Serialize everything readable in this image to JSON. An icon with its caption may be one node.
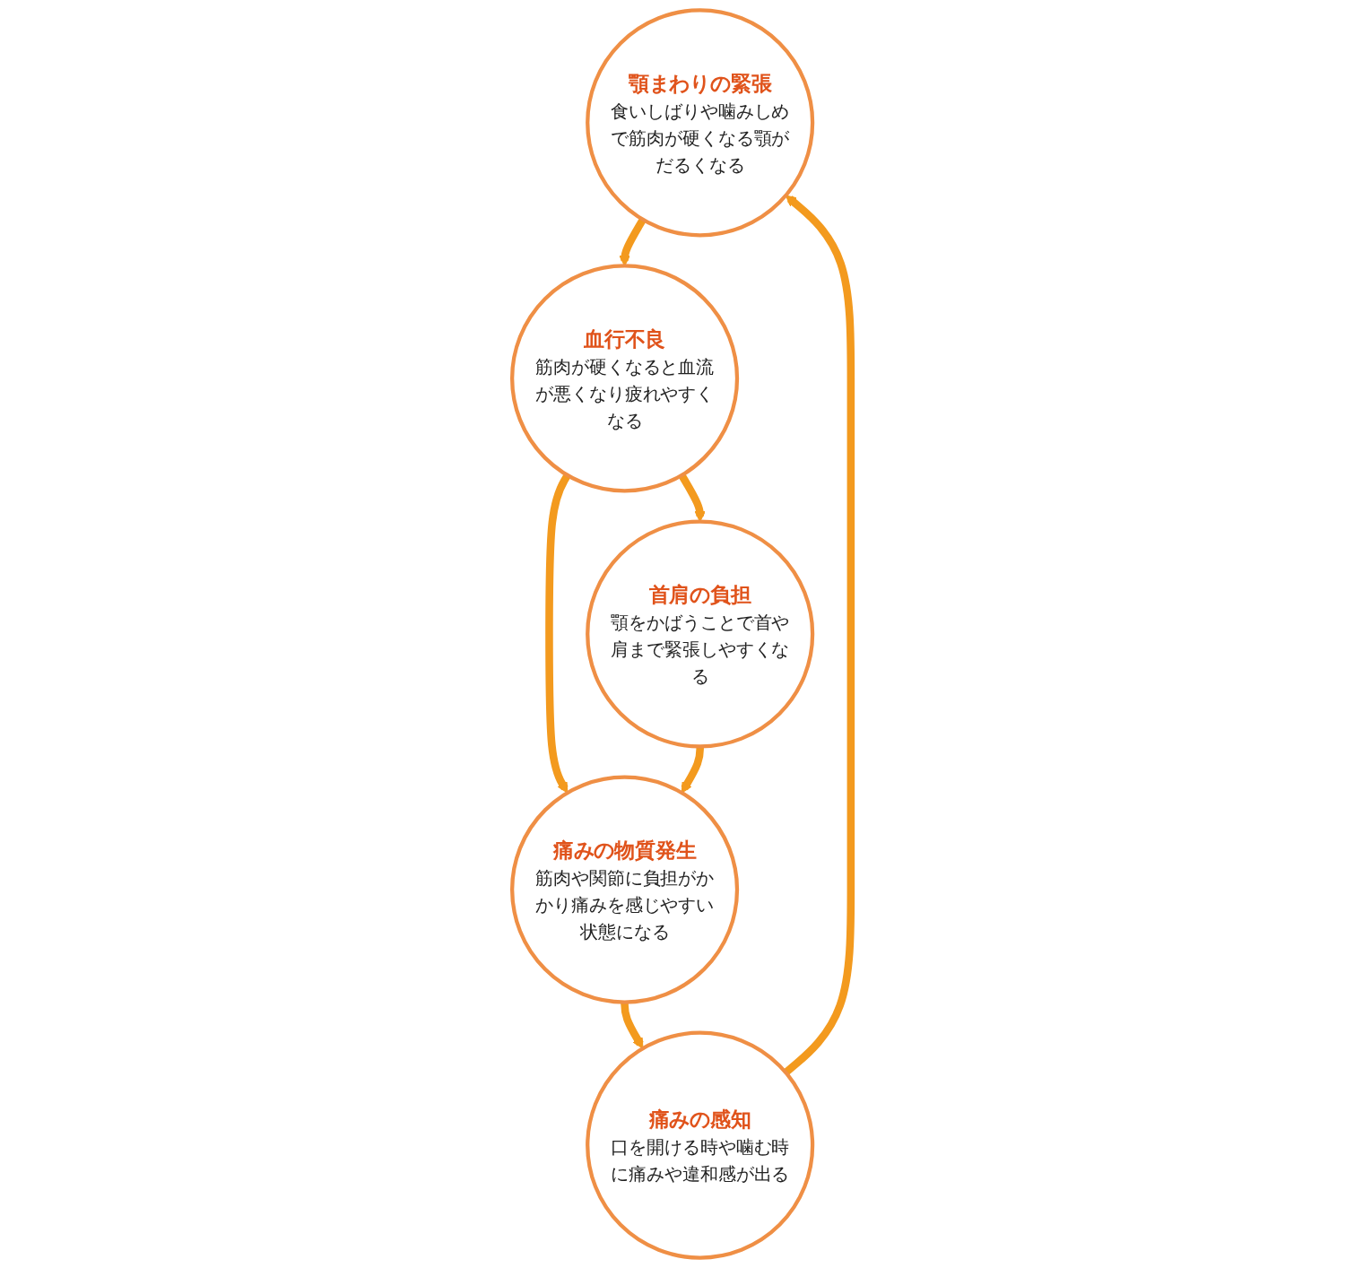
{
  "diagram": {
    "nodes": [
      {
        "text": [
          "顎まわりの緊張",
          "食いしばりや噛みしめで筋肉が硬くなる顎がだるくなる"
        ]
      },
      {
        "text": [
          "血行不良",
          "筋肉が硬くなると血流が悪くなり疲れやすくなる"
        ]
      },
      {
        "text": [
          "痛みの感知",
          "口を開ける時や噛む時に痛みや違和感が出る"
        ]
      },
      {
        "text": [
          "首肩の負担",
          "顎をかばうことで首や肩まで緊張しやすくなる"
        ]
      },
      {
        "text": [
          "痛みの物質発生",
          "筋肉や関節に負担がかかり痛みを感じやすい状態になる"
        ]
      }
    ],
    "edges": [
      {
        "from": 0,
        "to": 1,
        "arrow": "to"
      },
      {
        "from": 1,
        "to": 3,
        "arrow": "to"
      },
      {
        "from": 1,
        "to": 4,
        "arrow": "to"
      },
      {
        "from": 3,
        "to": 4,
        "arrow": "to"
      },
      {
        "from": 4,
        "to": 2,
        "arrow": "to"
      },
      {
        "from": 2,
        "to": 0,
        "arrow": "to"
      }
    ]
  }
}
